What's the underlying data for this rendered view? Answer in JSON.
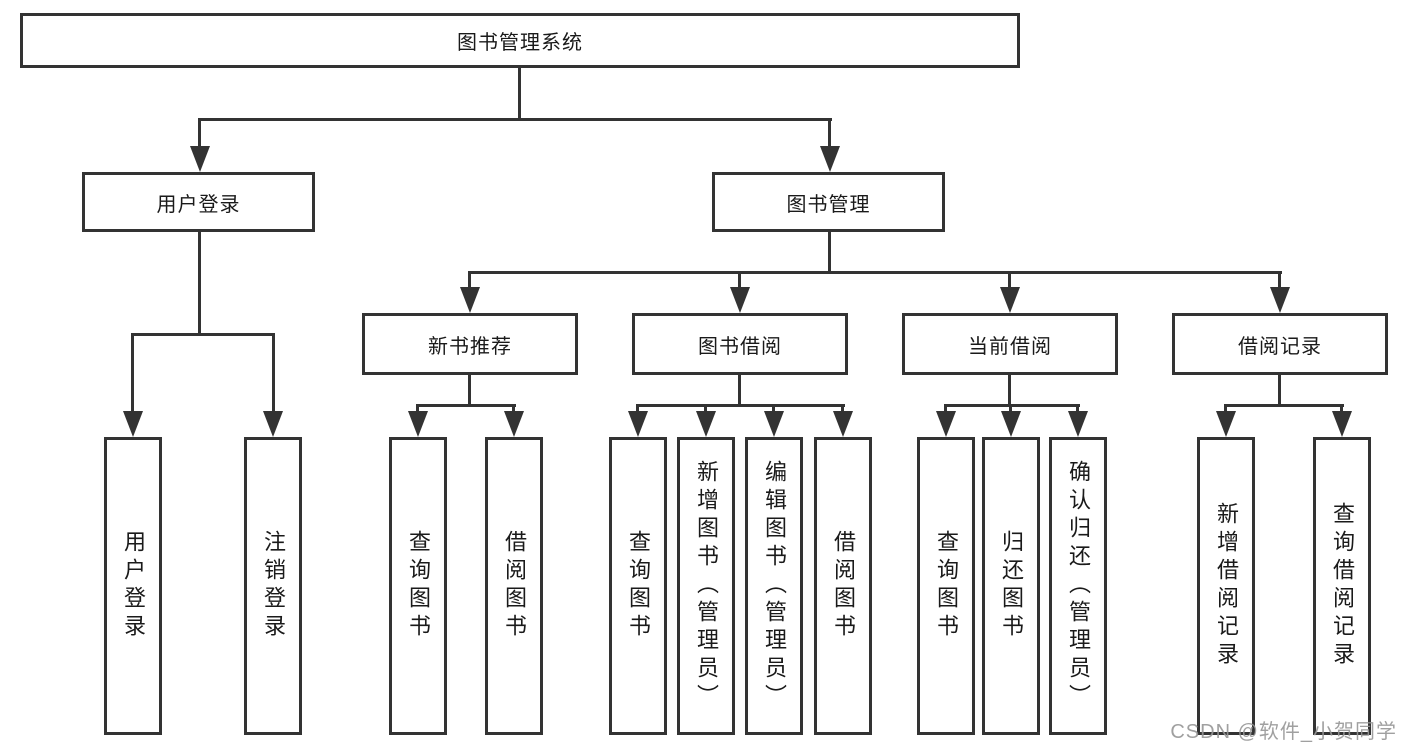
{
  "diagram": {
    "root": {
      "label": "图书管理系统",
      "children": [
        {
          "label": "用户登录",
          "children": [
            {
              "label": "用户登录"
            },
            {
              "label": "注销登录"
            }
          ]
        },
        {
          "label": "图书管理",
          "children": [
            {
              "label": "新书推荐",
              "children": [
                {
                  "label": "查询图书"
                },
                {
                  "label": "借阅图书"
                }
              ]
            },
            {
              "label": "图书借阅",
              "children": [
                {
                  "label": "查询图书"
                },
                {
                  "label": "新增图书（管理员）"
                },
                {
                  "label": "编辑图书（管理员）"
                },
                {
                  "label": "借阅图书"
                }
              ]
            },
            {
              "label": "当前借阅",
              "children": [
                {
                  "label": "查询图书"
                },
                {
                  "label": "归还图书"
                },
                {
                  "label": "确认归还（管理员）"
                }
              ]
            },
            {
              "label": "借阅记录",
              "children": [
                {
                  "label": "新增借阅记录"
                },
                {
                  "label": "查询借阅记录"
                }
              ]
            }
          ]
        }
      ]
    }
  },
  "watermark": {
    "text": "CSDN @软件_小贺同学"
  },
  "colors": {
    "line": "#333333",
    "text": "#1a1a1a",
    "watermark": "#969696",
    "background": "#ffffff"
  }
}
